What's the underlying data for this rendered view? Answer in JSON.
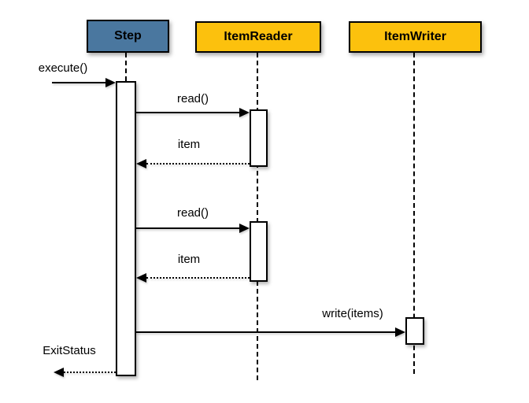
{
  "diagram": {
    "type": "uml-sequence",
    "background": "#ffffff",
    "border_color": "#000000",
    "participants": [
      {
        "label": "Step",
        "fill": "#4a779f",
        "text_color": "#000000"
      },
      {
        "label": "ItemReader",
        "fill": "#fcc10d",
        "text_color": "#000000"
      },
      {
        "label": "ItemWriter",
        "fill": "#fcc10d",
        "text_color": "#000000"
      }
    ],
    "messages": [
      {
        "label": "execute()",
        "from": "external",
        "to": "Step",
        "line": "solid",
        "direction": "right"
      },
      {
        "label": "read()",
        "from": "Step",
        "to": "ItemReader",
        "line": "solid",
        "direction": "right"
      },
      {
        "label": "item",
        "from": "ItemReader",
        "to": "Step",
        "line": "dotted",
        "direction": "left"
      },
      {
        "label": "read()",
        "from": "Step",
        "to": "ItemReader",
        "line": "solid",
        "direction": "right"
      },
      {
        "label": "item",
        "from": "ItemReader",
        "to": "Step",
        "line": "dotted",
        "direction": "left"
      },
      {
        "label": "write(items)",
        "from": "Step",
        "to": "ItemWriter",
        "line": "solid",
        "direction": "right"
      },
      {
        "label": "ExitStatus",
        "from": "Step",
        "to": "external",
        "line": "dotted",
        "direction": "left"
      }
    ]
  }
}
